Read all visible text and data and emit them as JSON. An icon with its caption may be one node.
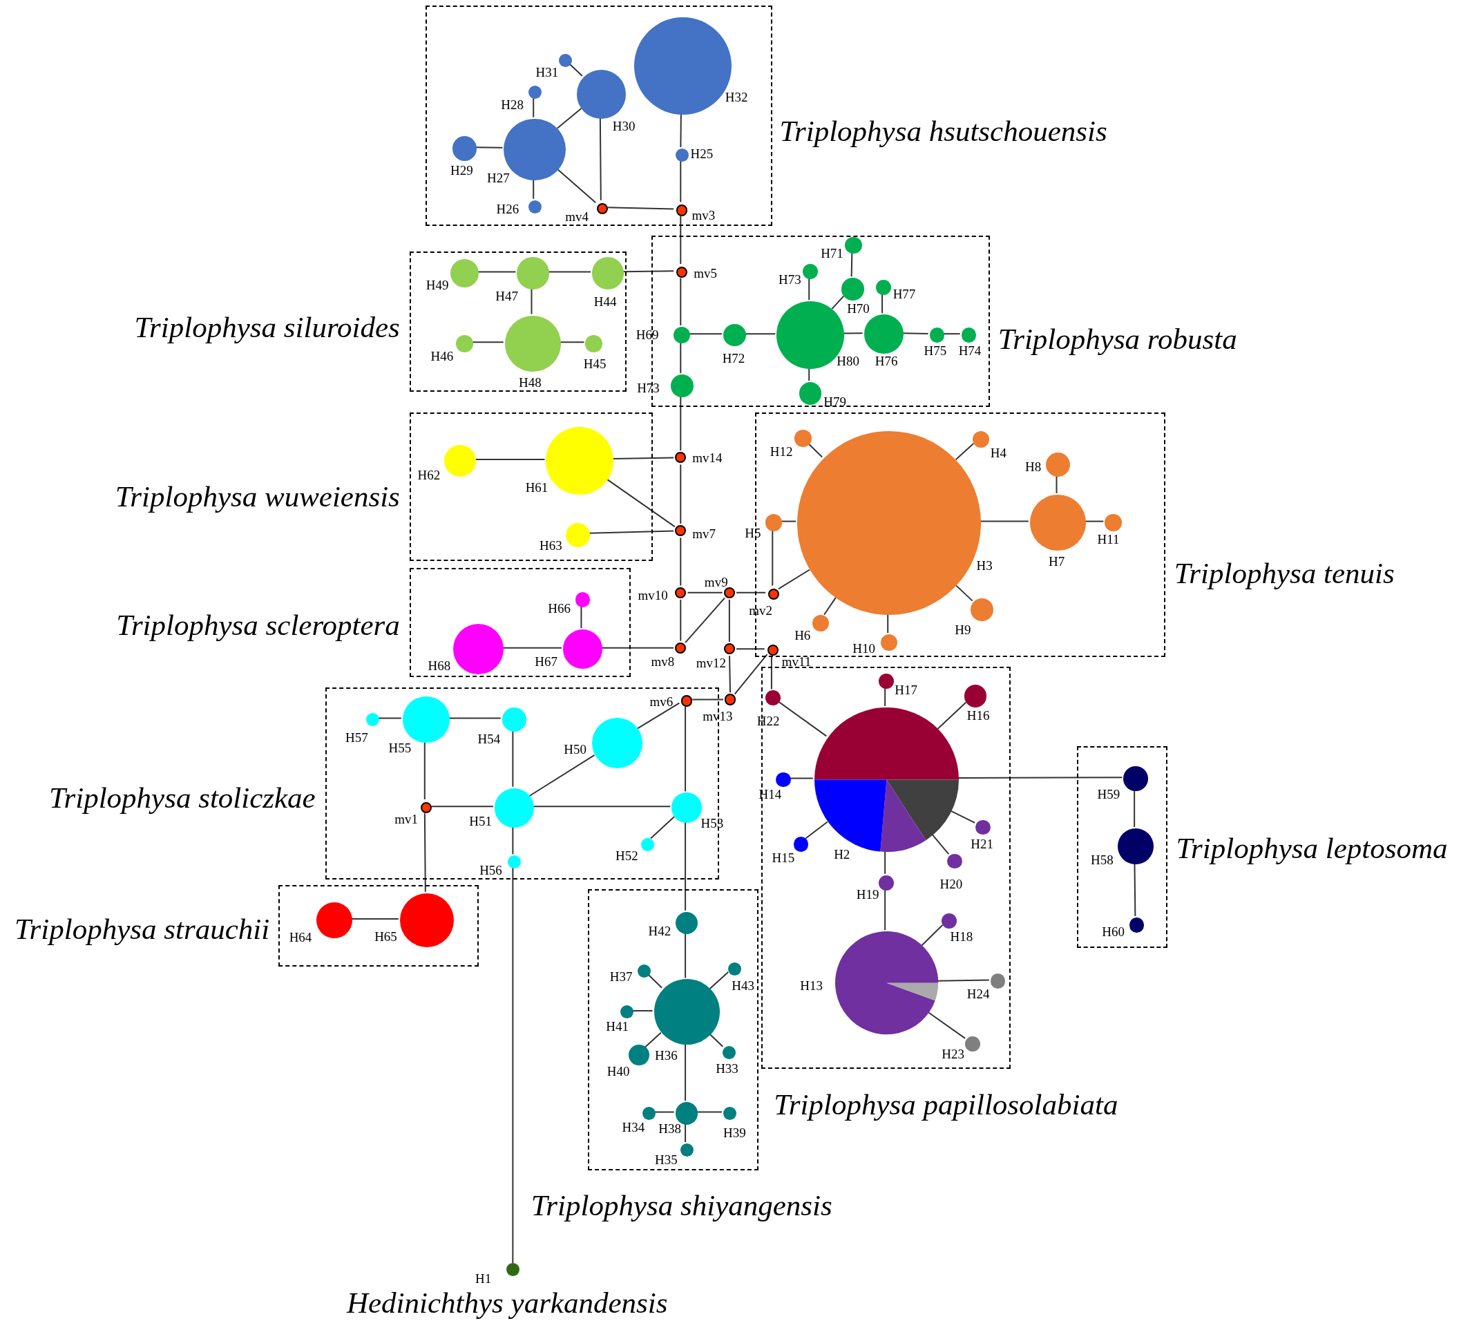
{
  "diagram": {
    "nodes": [
      {
        "text": [
          "Triplophysa hsutschouensis"
        ]
      },
      {
        "text": [
          "H32"
        ],
        "in": 0
      },
      {
        "text": [
          "H25"
        ],
        "in": 0
      },
      {
        "text": [
          "H31"
        ],
        "in": 0
      },
      {
        "text": [
          "H30"
        ],
        "in": 0
      },
      {
        "text": [
          "H28"
        ],
        "in": 0
      },
      {
        "text": [
          "H27"
        ],
        "in": 0
      },
      {
        "text": [
          "H29"
        ],
        "in": 0
      },
      {
        "text": [
          "H26"
        ],
        "in": 0
      },
      {
        "text": [
          "mv4"
        ],
        "in": 0
      },
      {
        "text": [
          "mv3"
        ],
        "in": 0
      },
      {
        "text": [
          "Triplophysa siluroides"
        ]
      },
      {
        "text": [
          "H49"
        ],
        "in": 11
      },
      {
        "text": [
          "H47"
        ],
        "in": 11
      },
      {
        "text": [
          "H44"
        ],
        "in": 11
      },
      {
        "text": [
          "H46"
        ],
        "in": 11
      },
      {
        "text": [
          "H48"
        ],
        "in": 11
      },
      {
        "text": [
          "H45"
        ],
        "in": 11
      },
      {
        "text": [
          "Triplophysa robusta"
        ]
      },
      {
        "text": [
          "mv5"
        ],
        "in": 18
      },
      {
        "text": [
          "H71"
        ],
        "in": 18
      },
      {
        "text": [
          "H73"
        ],
        "in": 18
      },
      {
        "text": [
          "H70"
        ],
        "in": 18
      },
      {
        "text": [
          "H77"
        ],
        "in": 18
      },
      {
        "text": [
          "H69"
        ],
        "in": 18
      },
      {
        "text": [
          "H72"
        ],
        "in": 18
      },
      {
        "text": [
          "H80"
        ],
        "in": 18
      },
      {
        "text": [
          "H76"
        ],
        "in": 18
      },
      {
        "text": [
          "H75"
        ],
        "in": 18
      },
      {
        "text": [
          "H74"
        ],
        "in": 18
      },
      {
        "text": [
          "H73"
        ],
        "in": 18
      },
      {
        "text": [
          "H79"
        ],
        "in": 18
      },
      {
        "text": [
          "Triplophysa wuweiensis"
        ]
      },
      {
        "text": [
          "H62"
        ],
        "in": 32
      },
      {
        "text": [
          "H61"
        ],
        "in": 32
      },
      {
        "text": [
          "H63"
        ],
        "in": 32
      },
      {
        "text": [
          "mv14"
        ]
      },
      {
        "text": [
          "mv7"
        ]
      },
      {
        "text": [
          "Triplophysa tenuis"
        ]
      },
      {
        "text": [
          "H12"
        ],
        "in": 38
      },
      {
        "text": [
          "H4"
        ],
        "in": 38
      },
      {
        "text": [
          "H8"
        ],
        "in": 38
      },
      {
        "text": [
          "H5"
        ],
        "in": 38
      },
      {
        "text": [
          "H3"
        ],
        "in": 38
      },
      {
        "text": [
          "H7"
        ],
        "in": 38
      },
      {
        "text": [
          "H11"
        ],
        "in": 38
      },
      {
        "text": [
          "H6"
        ],
        "in": 38
      },
      {
        "text": [
          "H9"
        ],
        "in": 38
      },
      {
        "text": [
          "H10"
        ],
        "in": 38
      },
      {
        "text": [
          "mv2"
        ],
        "in": 38
      },
      {
        "text": [
          "mv11"
        ],
        "in": 38
      },
      {
        "text": [
          "mv10"
        ]
      },
      {
        "text": [
          "mv9"
        ]
      },
      {
        "text": [
          "mv8"
        ]
      },
      {
        "text": [
          "mv12"
        ]
      },
      {
        "text": [
          "Triplophysa scleroptera"
        ]
      },
      {
        "text": [
          "H66"
        ],
        "in": 55
      },
      {
        "text": [
          "H67"
        ],
        "in": 55
      },
      {
        "text": [
          "H68"
        ],
        "in": 55
      },
      {
        "text": [
          "Triplophysa stoliczkae"
        ]
      },
      {
        "text": [
          "H57"
        ],
        "in": 59
      },
      {
        "text": [
          "H55"
        ],
        "in": 59
      },
      {
        "text": [
          "H54"
        ],
        "in": 59
      },
      {
        "text": [
          "H50"
        ],
        "in": 59
      },
      {
        "text": [
          "mv6"
        ],
        "in": 59
      },
      {
        "text": [
          "mv1"
        ],
        "in": 59
      },
      {
        "text": [
          "H51"
        ],
        "in": 59
      },
      {
        "text": [
          "H53"
        ],
        "in": 59
      },
      {
        "text": [
          "H52"
        ],
        "in": 59
      },
      {
        "text": [
          "H56"
        ],
        "in": 59
      },
      {
        "text": [
          "mv13"
        ]
      },
      {
        "text": [
          "Triplophysa papillosolabiata"
        ]
      },
      {
        "text": [
          "H22"
        ],
        "in": 71
      },
      {
        "text": [
          "H17"
        ],
        "in": 71
      },
      {
        "text": [
          "H16"
        ],
        "in": 71
      },
      {
        "text": [
          "H14"
        ],
        "in": 71
      },
      {
        "text": [
          "H2"
        ],
        "in": 71
      },
      {
        "text": [
          "H15"
        ],
        "in": 71
      },
      {
        "text": [
          "H21"
        ],
        "in": 71
      },
      {
        "text": [
          "H20"
        ],
        "in": 71
      },
      {
        "text": [
          "H19"
        ],
        "in": 71
      },
      {
        "text": [
          "H18"
        ],
        "in": 71
      },
      {
        "text": [
          "H13"
        ],
        "in": 71
      },
      {
        "text": [
          "H24"
        ],
        "in": 71
      },
      {
        "text": [
          "H23"
        ],
        "in": 71
      },
      {
        "text": [
          "Triplophysa leptosoma"
        ]
      },
      {
        "text": [
          "H59"
        ],
        "in": 85
      },
      {
        "text": [
          "H58"
        ],
        "in": 85
      },
      {
        "text": [
          "H60"
        ],
        "in": 85
      },
      {
        "text": [
          "Triplophysa strauchii"
        ]
      },
      {
        "text": [
          "H64"
        ],
        "in": 89
      },
      {
        "text": [
          "H65"
        ],
        "in": 89
      },
      {
        "text": [
          "Triplophysa shiyangensis"
        ]
      },
      {
        "text": [
          "H42"
        ],
        "in": 92
      },
      {
        "text": [
          "H37"
        ],
        "in": 92
      },
      {
        "text": [
          "H43"
        ],
        "in": 92
      },
      {
        "text": [
          "H36"
        ],
        "in": 92
      },
      {
        "text": [
          "H41"
        ],
        "in": 92
      },
      {
        "text": [
          "H40"
        ],
        "in": 92
      },
      {
        "text": [
          "H33"
        ],
        "in": 92
      },
      {
        "text": [
          "H38"
        ],
        "in": 92
      },
      {
        "text": [
          "H34"
        ],
        "in": 92
      },
      {
        "text": [
          "H39"
        ],
        "in": 92
      },
      {
        "text": [
          "H35"
        ],
        "in": 92
      },
      {
        "text": [
          "H1"
        ],
        "beside": [
          "Hedinichthys yarkandensis"
        ]
      }
    ],
    "edges": [
      {
        "from": 10,
        "to": 2,
        "arrow": "none"
      },
      {
        "from": 2,
        "to": 1,
        "arrow": "none"
      },
      {
        "from": 10,
        "to": 9,
        "arrow": "none"
      },
      {
        "from": 9,
        "to": 4,
        "arrow": "none"
      },
      {
        "from": 9,
        "to": 6,
        "arrow": "none"
      },
      {
        "from": 6,
        "to": 4,
        "arrow": "none"
      },
      {
        "from": 4,
        "to": 3,
        "arrow": "none"
      },
      {
        "from": 6,
        "to": 5,
        "arrow": "none"
      },
      {
        "from": 6,
        "to": 7,
        "arrow": "none"
      },
      {
        "from": 6,
        "to": 8,
        "arrow": "none"
      },
      {
        "from": 10,
        "to": 19,
        "arrow": "none"
      },
      {
        "from": 19,
        "to": 14,
        "arrow": "none"
      },
      {
        "from": 14,
        "to": 13,
        "arrow": "none"
      },
      {
        "from": 13,
        "to": 12,
        "arrow": "none"
      },
      {
        "from": 13,
        "to": 16,
        "arrow": "none"
      },
      {
        "from": 16,
        "to": 15,
        "arrow": "none"
      },
      {
        "from": 16,
        "to": 17,
        "arrow": "none"
      },
      {
        "from": 19,
        "to": 24,
        "arrow": "none"
      },
      {
        "from": 24,
        "to": 30,
        "arrow": "none"
      },
      {
        "from": 30,
        "to": 36,
        "arrow": "none"
      },
      {
        "from": 24,
        "to": 25,
        "arrow": "none"
      },
      {
        "from": 25,
        "to": 26,
        "arrow": "none"
      },
      {
        "from": 26,
        "to": 21,
        "arrow": "none"
      },
      {
        "from": 26,
        "to": 22,
        "arrow": "none"
      },
      {
        "from": 22,
        "to": 20,
        "arrow": "none"
      },
      {
        "from": 26,
        "to": 27,
        "arrow": "none"
      },
      {
        "from": 27,
        "to": 23,
        "arrow": "none"
      },
      {
        "from": 27,
        "to": 28,
        "arrow": "none"
      },
      {
        "from": 28,
        "to": 29,
        "arrow": "none"
      },
      {
        "from": 26,
        "to": 31,
        "arrow": "none"
      },
      {
        "from": 33,
        "to": 34,
        "arrow": "none"
      },
      {
        "from": 34,
        "to": 36,
        "arrow": "none"
      },
      {
        "from": 34,
        "to": 37,
        "arrow": "none"
      },
      {
        "from": 35,
        "to": 37,
        "arrow": "none"
      },
      {
        "from": 36,
        "to": 37,
        "arrow": "none"
      },
      {
        "from": 37,
        "to": 51,
        "arrow": "none"
      },
      {
        "from": 51,
        "to": 52,
        "arrow": "none"
      },
      {
        "from": 51,
        "to": 53,
        "arrow": "none"
      },
      {
        "from": 52,
        "to": 53,
        "arrow": "none"
      },
      {
        "from": 52,
        "to": 49,
        "arrow": "none"
      },
      {
        "from": 52,
        "to": 54,
        "arrow": "none"
      },
      {
        "from": 49,
        "to": 42,
        "arrow": "none"
      },
      {
        "from": 49,
        "to": 43,
        "arrow": "none"
      },
      {
        "from": 54,
        "to": 50,
        "arrow": "none"
      },
      {
        "from": 50,
        "to": 72,
        "arrow": "none"
      },
      {
        "from": 50,
        "to": 70,
        "arrow": "none"
      },
      {
        "from": 54,
        "to": 70,
        "arrow": "none"
      },
      {
        "from": 43,
        "to": 39,
        "arrow": "none"
      },
      {
        "from": 43,
        "to": 40,
        "arrow": "none"
      },
      {
        "from": 43,
        "to": 42,
        "arrow": "none"
      },
      {
        "from": 43,
        "to": 46,
        "arrow": "none"
      },
      {
        "from": 43,
        "to": 47,
        "arrow": "none"
      },
      {
        "from": 43,
        "to": 48,
        "arrow": "none"
      },
      {
        "from": 43,
        "to": 44,
        "arrow": "none"
      },
      {
        "from": 44,
        "to": 41,
        "arrow": "none"
      },
      {
        "from": 44,
        "to": 45,
        "arrow": "none"
      },
      {
        "from": 53,
        "to": 57,
        "arrow": "none"
      },
      {
        "from": 56,
        "to": 57,
        "arrow": "none"
      },
      {
        "from": 57,
        "to": 58,
        "arrow": "none"
      },
      {
        "from": 70,
        "to": 64,
        "arrow": "none"
      },
      {
        "from": 64,
        "to": 63,
        "arrow": "none"
      },
      {
        "from": 64,
        "to": 67,
        "arrow": "none"
      },
      {
        "from": 63,
        "to": 66,
        "arrow": "none"
      },
      {
        "from": 66,
        "to": 67,
        "arrow": "none"
      },
      {
        "from": 67,
        "to": 68,
        "arrow": "none"
      },
      {
        "from": 66,
        "to": 62,
        "arrow": "none"
      },
      {
        "from": 62,
        "to": 61,
        "arrow": "none"
      },
      {
        "from": 61,
        "to": 60,
        "arrow": "none"
      },
      {
        "from": 61,
        "to": 65,
        "arrow": "none"
      },
      {
        "from": 65,
        "to": 66,
        "arrow": "none"
      },
      {
        "from": 65,
        "to": 91,
        "arrow": "none"
      },
      {
        "from": 66,
        "to": 69,
        "arrow": "none"
      },
      {
        "from": 69,
        "to": 104,
        "arrow": "none"
      },
      {
        "from": 67,
        "to": 93,
        "arrow": "none"
      },
      {
        "from": 90,
        "to": 91,
        "arrow": "none"
      },
      {
        "from": 76,
        "to": 72,
        "arrow": "none"
      },
      {
        "from": 76,
        "to": 73,
        "arrow": "none"
      },
      {
        "from": 76,
        "to": 74,
        "arrow": "none"
      },
      {
        "from": 76,
        "to": 75,
        "arrow": "none"
      },
      {
        "from": 76,
        "to": 77,
        "arrow": "none"
      },
      {
        "from": 76,
        "to": 78,
        "arrow": "none"
      },
      {
        "from": 76,
        "to": 79,
        "arrow": "none"
      },
      {
        "from": 76,
        "to": 80,
        "arrow": "none"
      },
      {
        "from": 76,
        "to": 86,
        "arrow": "none"
      },
      {
        "from": 80,
        "to": 82,
        "arrow": "none"
      },
      {
        "from": 82,
        "to": 81,
        "arrow": "none"
      },
      {
        "from": 82,
        "to": 83,
        "arrow": "none"
      },
      {
        "from": 82,
        "to": 84,
        "arrow": "none"
      },
      {
        "from": 86,
        "to": 87,
        "arrow": "none"
      },
      {
        "from": 87,
        "to": 88,
        "arrow": "none"
      },
      {
        "from": 93,
        "to": 96,
        "arrow": "none"
      },
      {
        "from": 96,
        "to": 94,
        "arrow": "none"
      },
      {
        "from": 96,
        "to": 95,
        "arrow": "none"
      },
      {
        "from": 96,
        "to": 97,
        "arrow": "none"
      },
      {
        "from": 96,
        "to": 98,
        "arrow": "none"
      },
      {
        "from": 96,
        "to": 99,
        "arrow": "none"
      },
      {
        "from": 96,
        "to": 100,
        "arrow": "none"
      },
      {
        "from": 100,
        "to": 101,
        "arrow": "none"
      },
      {
        "from": 100,
        "to": 102,
        "arrow": "none"
      },
      {
        "from": 100,
        "to": 103,
        "arrow": "none"
      }
    ]
  }
}
